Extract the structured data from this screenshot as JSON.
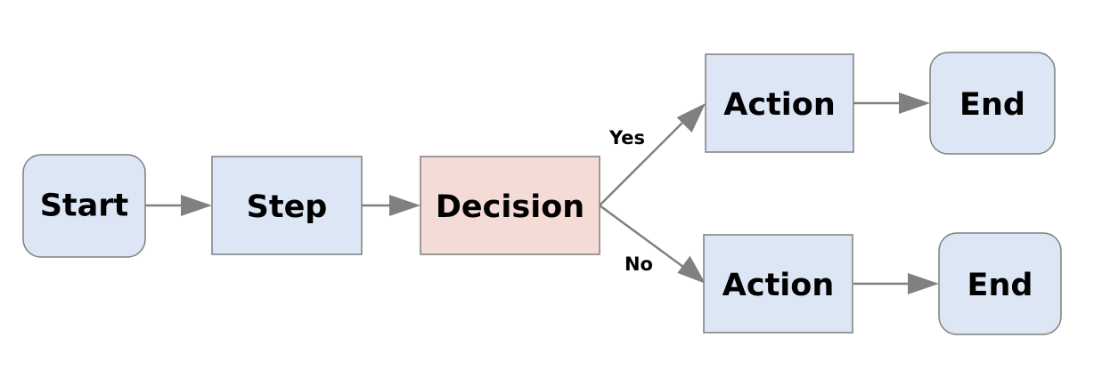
{
  "colors": {
    "node_fill": "#dce6f5",
    "decision_fill": "#f5dbd6",
    "node_stroke": "#7f7f7f",
    "edge": "#808080",
    "text": "#000000"
  },
  "nodes": {
    "start": {
      "label": "Start",
      "shape": "rounded"
    },
    "step": {
      "label": "Step",
      "shape": "rectangle"
    },
    "decision": {
      "label": "Decision",
      "shape": "rectangle"
    },
    "action_yes": {
      "label": "Action",
      "shape": "rectangle"
    },
    "end_yes": {
      "label": "End",
      "shape": "rounded"
    },
    "action_no": {
      "label": "Action",
      "shape": "rectangle"
    },
    "end_no": {
      "label": "End",
      "shape": "rounded"
    }
  },
  "edges": {
    "yes_label": "Yes",
    "no_label": "No"
  }
}
